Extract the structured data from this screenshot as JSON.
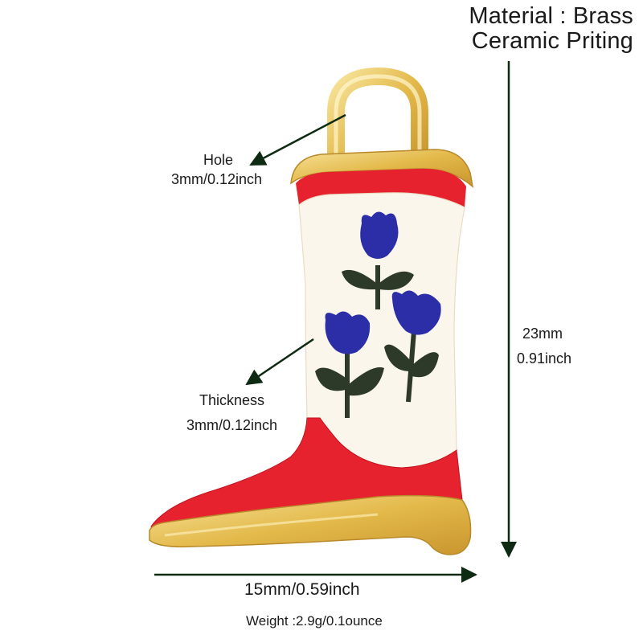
{
  "title": {
    "line1": "Material : Brass",
    "line2": "Ceramic Priting"
  },
  "hole": {
    "label": "Hole",
    "size": "3mm/0.12inch"
  },
  "thickness": {
    "label": "Thickness",
    "size": "3mm/0.12inch"
  },
  "height": {
    "mm": "23mm",
    "inch": "0.91inch"
  },
  "width": {
    "value": "15mm/0.59inch"
  },
  "weight": {
    "value": "Weight :2.9g/0.1ounce"
  },
  "colors": {
    "gold": "#e8c45a",
    "enamel_red": "#e6222e",
    "enamel_white": "#fbf6ec",
    "flower_blue": "#2b2ea6",
    "leaf_green": "#2d3a2a",
    "arrow": "#0e2a12"
  },
  "icons": [
    "boot-charm-image",
    "arrow-icon"
  ]
}
